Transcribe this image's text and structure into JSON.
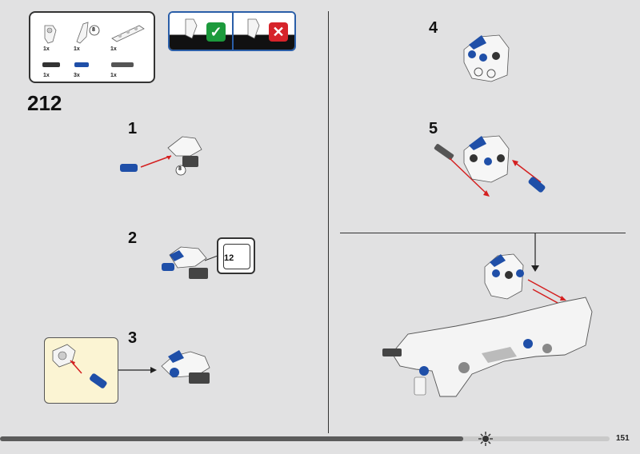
{
  "parts_list": {
    "items": [
      {
        "qty": "1x",
        "icon": "white-connector-icon"
      },
      {
        "qty": "1x",
        "icon": "white-panel-8-icon",
        "ref": "8"
      },
      {
        "qty": "1x",
        "icon": "white-beam-icon"
      },
      {
        "qty": "1x",
        "icon": "black-pin-icon"
      },
      {
        "qty": "3x",
        "icon": "blue-pin-icon"
      },
      {
        "qty": "1x",
        "icon": "dark-axle-pin-icon"
      }
    ]
  },
  "tip": {
    "correct_icon": "green-check-icon",
    "wrong_icon": "red-x-icon",
    "check_color": "#1c9a3c",
    "x_color": "#d6232a",
    "border_color": "#2a5ea8"
  },
  "main_step": "212",
  "steps": {
    "s1": "1",
    "s2": "2",
    "s3": "3",
    "s4": "4",
    "s5": "5"
  },
  "part_refs": {
    "step1_ref": "8",
    "subassembly_ref": "12"
  },
  "page": {
    "number": "151",
    "progress": 0.76,
    "progress_color": "#5b5b5b"
  },
  "colors": {
    "background": "#e1e1e2",
    "blue": "#1f4fa8",
    "red_arrow": "#d42020",
    "callout_bg": "#fbf4d3"
  }
}
